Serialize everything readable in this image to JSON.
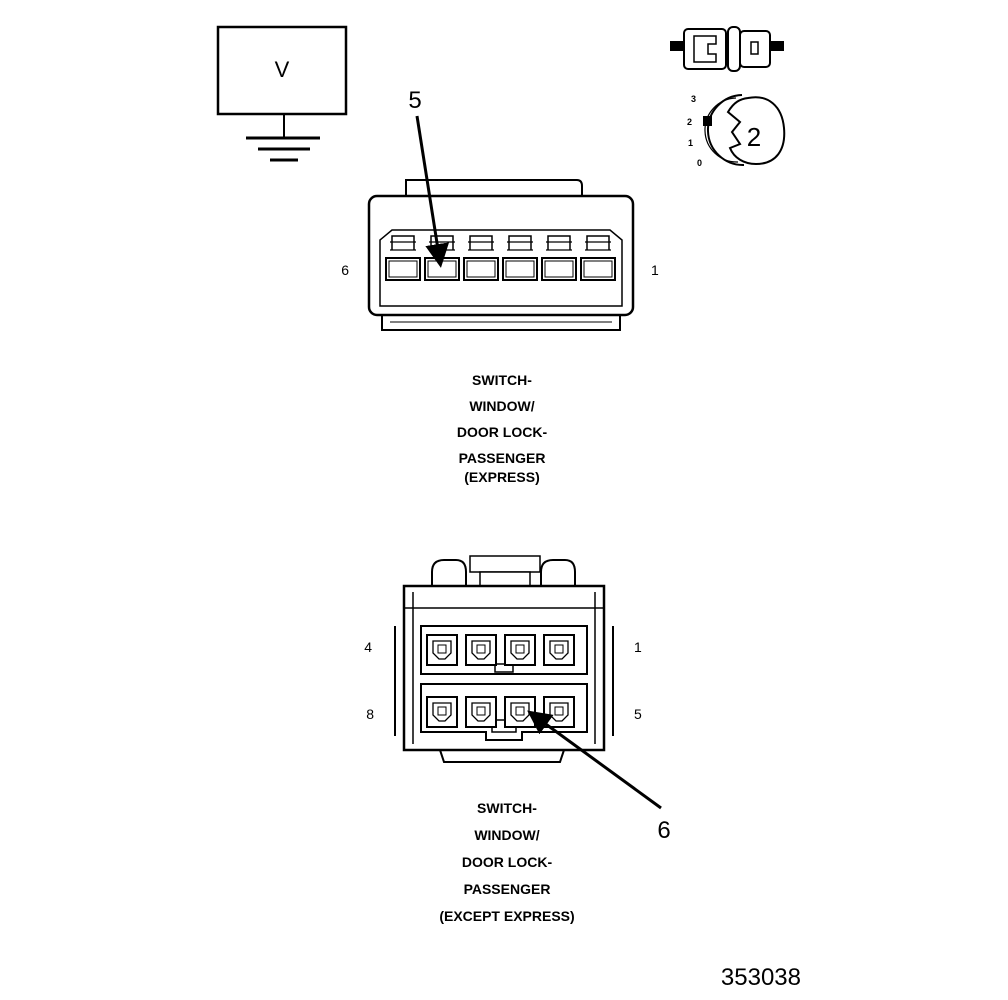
{
  "meter": {
    "symbol": "V"
  },
  "ignition": {
    "positions": [
      "3",
      "2",
      "1",
      "0"
    ],
    "key_position": "2"
  },
  "connector_top": {
    "pin_left": "6",
    "pin_right": "1",
    "callout": "5",
    "caption": [
      "SWITCH-",
      "WINDOW/",
      "DOOR LOCK-",
      "PASSENGER",
      "(EXPRESS)"
    ]
  },
  "connector_bottom": {
    "pin_top_left": "4",
    "pin_top_right": "1",
    "pin_bottom_left": "8",
    "pin_bottom_right": "5",
    "callout": "6",
    "caption": [
      "SWITCH-",
      "WINDOW/",
      "DOOR LOCK-",
      "PASSENGER",
      "(EXCEPT EXPRESS)"
    ]
  },
  "figure_number": "353038",
  "colors": {
    "ink": "#000000",
    "paper": "#ffffff",
    "fill": "#f2f2f2"
  }
}
